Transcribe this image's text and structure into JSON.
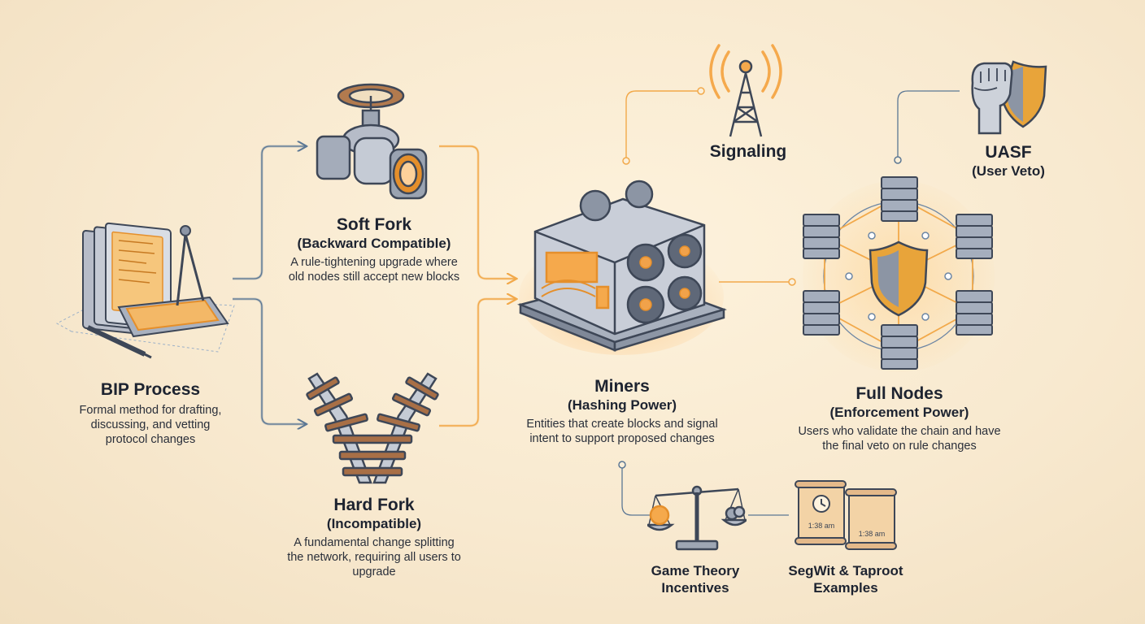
{
  "nodes": {
    "bip": {
      "title": "BIP Process",
      "desc": "Formal method for drafting, discussing, and vetting protocol changes"
    },
    "soft_fork": {
      "title": "Soft Fork",
      "subtitle": "(Backward Compatible)",
      "desc": "A rule-tightening upgrade where old nodes still accept new blocks"
    },
    "hard_fork": {
      "title": "Hard Fork",
      "subtitle": "(Incompatible)",
      "desc": "A fundamental change splitting the network, requiring all users to upgrade"
    },
    "miners": {
      "title": "Miners",
      "subtitle": "(Hashing Power)",
      "desc": "Entities that create blocks and signal intent to support proposed changes"
    },
    "signaling": {
      "title": "Signaling"
    },
    "full_nodes": {
      "title": "Full Nodes",
      "subtitle": "(Enforcement Power)",
      "desc": "Users who validate the chain and have the final veto on rule changes"
    },
    "uasf": {
      "title": "UASF",
      "subtitle": "(User Veto)"
    },
    "game_theory": {
      "title": "Game Theory Incentives"
    },
    "segwit": {
      "title": "SegWit & Taproot Examples",
      "scroll_time_1": "1:38 am",
      "scroll_time_2": "1:38 am"
    }
  },
  "colors": {
    "blue_link": "#5b7794",
    "orange_link": "#f2a94a",
    "accent": "#f5922a",
    "steel": "#7d8796",
    "shield": "#e8a43a"
  }
}
